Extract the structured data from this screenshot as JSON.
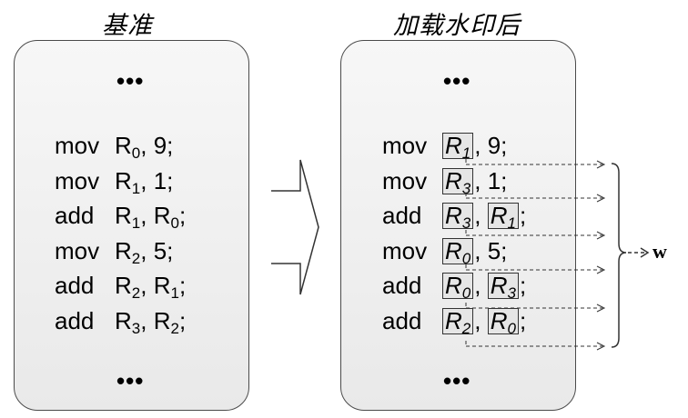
{
  "left": {
    "title": "基准",
    "ellipsis_top": "•••",
    "ellipsis_bottom": "•••",
    "lines": [
      {
        "op": "mov",
        "a": "R",
        "a_sub": "0",
        "sep": ", ",
        "b": "9",
        "b_sub": "",
        "end": ";"
      },
      {
        "op": "mov",
        "a": "R",
        "a_sub": "1",
        "sep": ", ",
        "b": "1",
        "b_sub": "",
        "end": ";"
      },
      {
        "op": "add",
        "a": "R",
        "a_sub": "1",
        "sep": ", ",
        "b": "R",
        "b_sub": "0",
        "end": ";"
      },
      {
        "op": "mov",
        "a": "R",
        "a_sub": "2",
        "sep": ", ",
        "b": "5",
        "b_sub": "",
        "end": ";"
      },
      {
        "op": "add",
        "a": "R",
        "a_sub": "2",
        "sep": ", ",
        "b": "R",
        "b_sub": "1",
        "end": ";"
      },
      {
        "op": "add",
        "a": "R",
        "a_sub": "3",
        "sep": ", ",
        "b": "R",
        "b_sub": "2",
        "end": ";"
      }
    ]
  },
  "right": {
    "title": "加载水印后",
    "ellipsis_top": "•••",
    "ellipsis_bottom": "•••",
    "lines": [
      {
        "op": "mov",
        "a": "R",
        "a_sub": "1",
        "sep": ", ",
        "b": "9",
        "b_sub": "",
        "b_boxed": false,
        "end": ";"
      },
      {
        "op": "mov",
        "a": "R",
        "a_sub": "3",
        "sep": ", ",
        "b": "1",
        "b_sub": "",
        "b_boxed": false,
        "end": ";"
      },
      {
        "op": "add",
        "a": "R",
        "a_sub": "3",
        "sep": ", ",
        "b": "R",
        "b_sub": "1",
        "b_boxed": true,
        "end": ";"
      },
      {
        "op": "mov",
        "a": "R",
        "a_sub": "0",
        "sep": ", ",
        "b": "5",
        "b_sub": "",
        "b_boxed": false,
        "end": ";"
      },
      {
        "op": "add",
        "a": "R",
        "a_sub": "0",
        "sep": ", ",
        "b": "R",
        "b_sub": "3",
        "b_boxed": true,
        "end": ";"
      },
      {
        "op": "add",
        "a": "R",
        "a_sub": "2",
        "sep": ", ",
        "b": "R",
        "b_sub": "0",
        "b_boxed": true,
        "end": ";"
      }
    ]
  },
  "output_label": "w"
}
